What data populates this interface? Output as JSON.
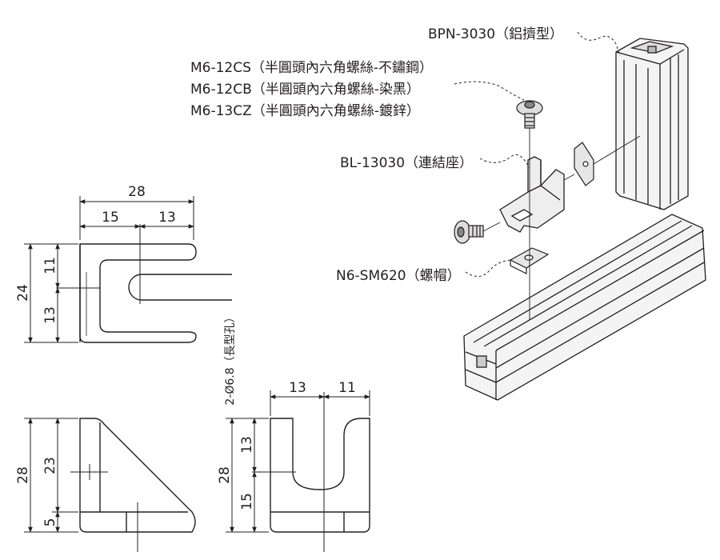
{
  "parts": {
    "profile": "BPN-3030（鋁擠型）",
    "screws": [
      "M6-12CS（半圓頭內六角螺絲-不鏽鋼）",
      "M6-12CB（半圓頭內六角螺絲-染黑）",
      "M6-13CZ（半圓頭內六角螺絲-鍍鋅）"
    ],
    "bracket": "BL-13030（連結座）",
    "nut": "N6-SM620（螺帽）"
  },
  "dims": {
    "top_total": "28",
    "top_left": "15",
    "top_right": "13",
    "top_height": "24",
    "top_upper": "11",
    "top_lower": "13",
    "slot_note": "2-Ø6.8（長型孔）",
    "side_height": "28",
    "side_upper": "23",
    "side_lower": "5",
    "front_left": "13",
    "front_right": "11",
    "front_height": "28",
    "front_upper": "13",
    "front_lower": "15"
  }
}
